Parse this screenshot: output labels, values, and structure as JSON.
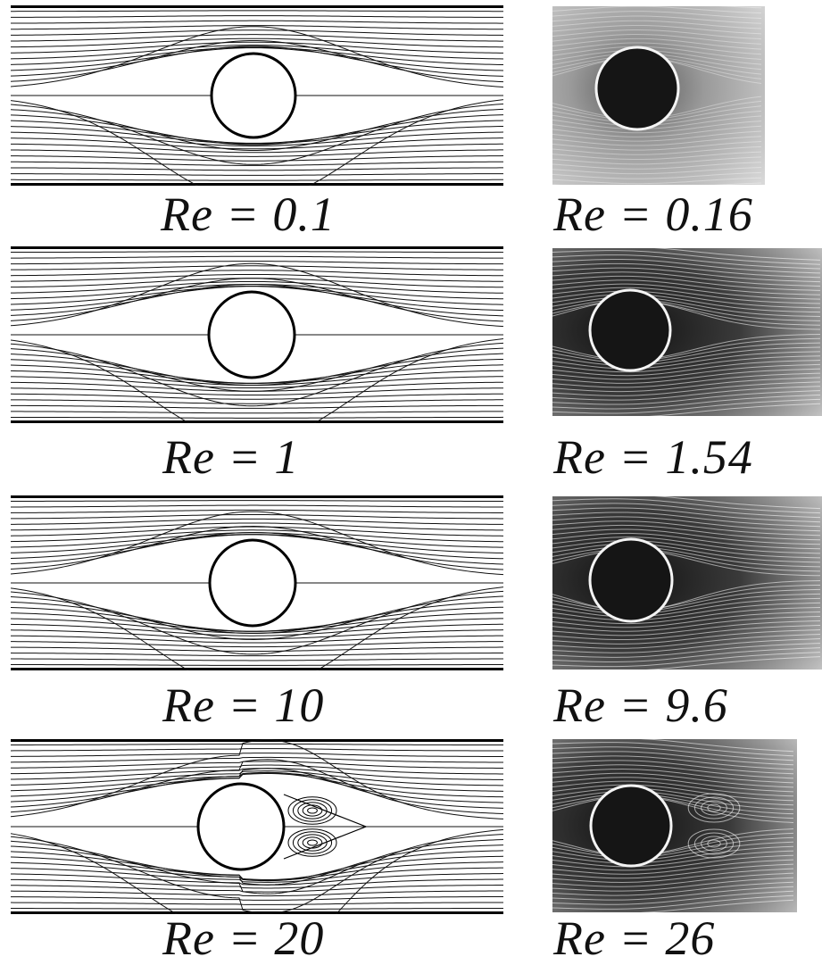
{
  "figure": {
    "rows": [
      {
        "sim_label": "Re = 0.1",
        "photo_label": "Re = 0.16",
        "photo_tone": "light",
        "recirculation": false
      },
      {
        "sim_label": "Re = 1",
        "photo_label": "Re = 1.54",
        "photo_tone": "dark",
        "recirculation": false
      },
      {
        "sim_label": "Re = 10",
        "photo_label": "Re = 9.6",
        "photo_tone": "dark",
        "recirculation": false
      },
      {
        "sim_label": "Re = 20",
        "photo_label": "Re = 26",
        "photo_tone": "dark",
        "recirculation": true
      }
    ]
  }
}
